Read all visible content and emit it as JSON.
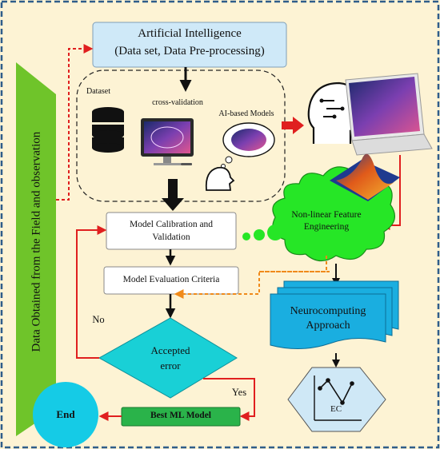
{
  "side_label": "Data Obtained from the Field and observation",
  "ai_box": {
    "line1": "Artificial Intelligence",
    "line2": "(Data set, Data Pre-processing)"
  },
  "cloud_items": {
    "dataset": "Dataset",
    "cross_validation": "cross-validation",
    "ai_models": "AI-based Models"
  },
  "calibration": "Model Calibration and Validation",
  "evaluation": "Model Evaluation Criteria",
  "decision": {
    "line1": "Accepted",
    "line2": "error"
  },
  "no_label": "No",
  "yes_label": "Yes",
  "best_model": "Best ML Model",
  "end": "End",
  "feature_engineering": "Non-linear Feature Engineering",
  "neurocomputing": {
    "line1": "Neurocomputing",
    "line2": "Approach"
  },
  "ec_label": "EC",
  "colors": {
    "background": "#fdf3d4",
    "frame": "#2f5d8a",
    "sidebar": "#6fc42a",
    "ai_box": "#cfe9f8",
    "cloud_green": "#26e626",
    "decision": "#19d0d6",
    "best_model": "#2ab34a",
    "end": "#15cbe6",
    "neuro": "#1aaee0",
    "hexagon": "#cfe8f6",
    "arrow_red": "#e01f1f",
    "arrow_orange": "#f08a1a"
  }
}
